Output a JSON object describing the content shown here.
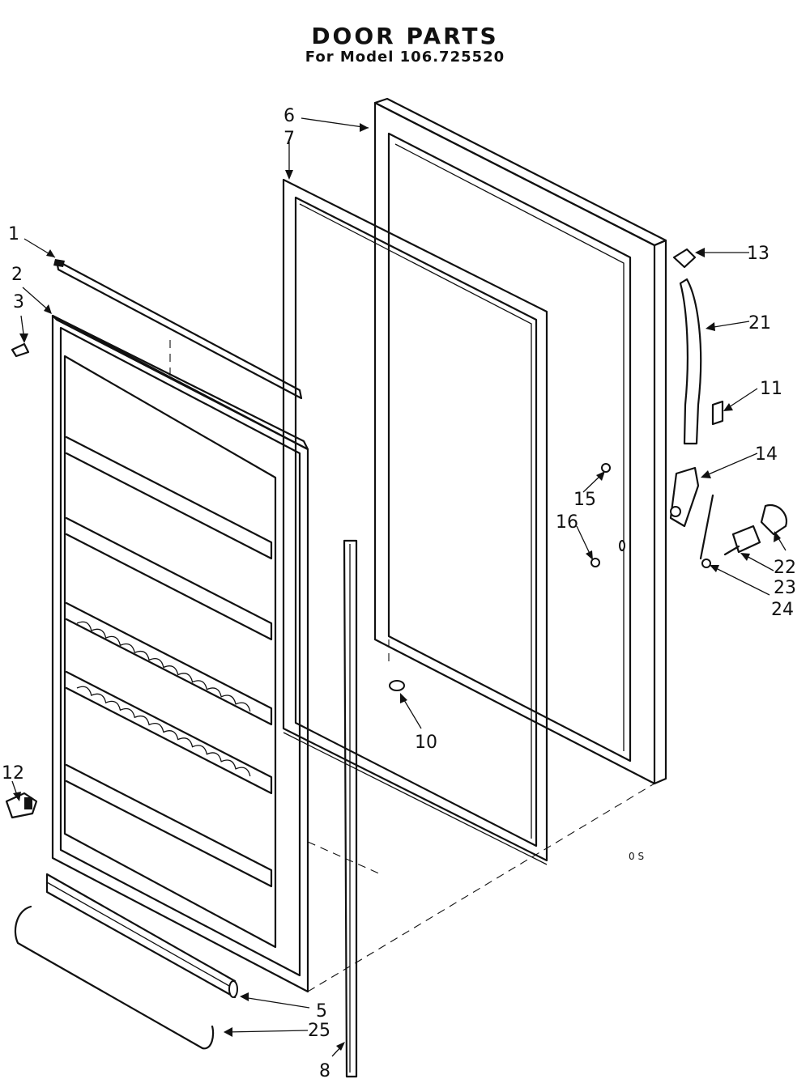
{
  "title": "DOOR PARTS",
  "subtitle": "For Model 106.725520",
  "corner_mark": "0 S",
  "colors": {
    "ink": "#111111",
    "paper": "#ffffff"
  },
  "callouts": [
    "1",
    "2",
    "3",
    "5",
    "6",
    "7",
    "8",
    "10",
    "11",
    "12",
    "13",
    "14",
    "15",
    "16",
    "21",
    "22",
    "23",
    "24",
    "25"
  ]
}
